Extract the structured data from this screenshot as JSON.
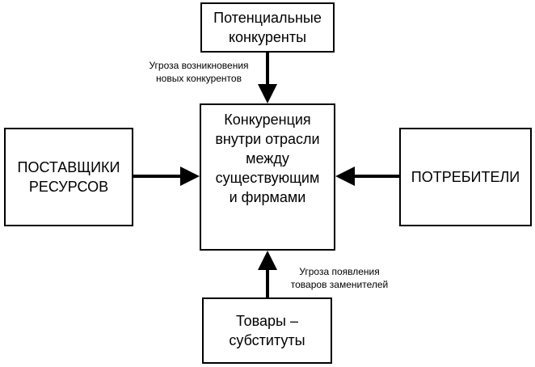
{
  "boxes": {
    "top": "Потенциальные\nконкуренты",
    "center": "Конкуренция\nвнутри отрасли\nмежду\nсуществующим\nи фирмами",
    "left": "ПОСТАВЩИКИ\nРЕСУРСОВ",
    "right": "ПОТРЕБИТЕЛИ",
    "bottom": "Товары –\nсубституты"
  },
  "notes": {
    "top": "Угроза возникновения\nновых конкурентов",
    "bottom": "Угроза появления\nтоваров заменителей"
  }
}
